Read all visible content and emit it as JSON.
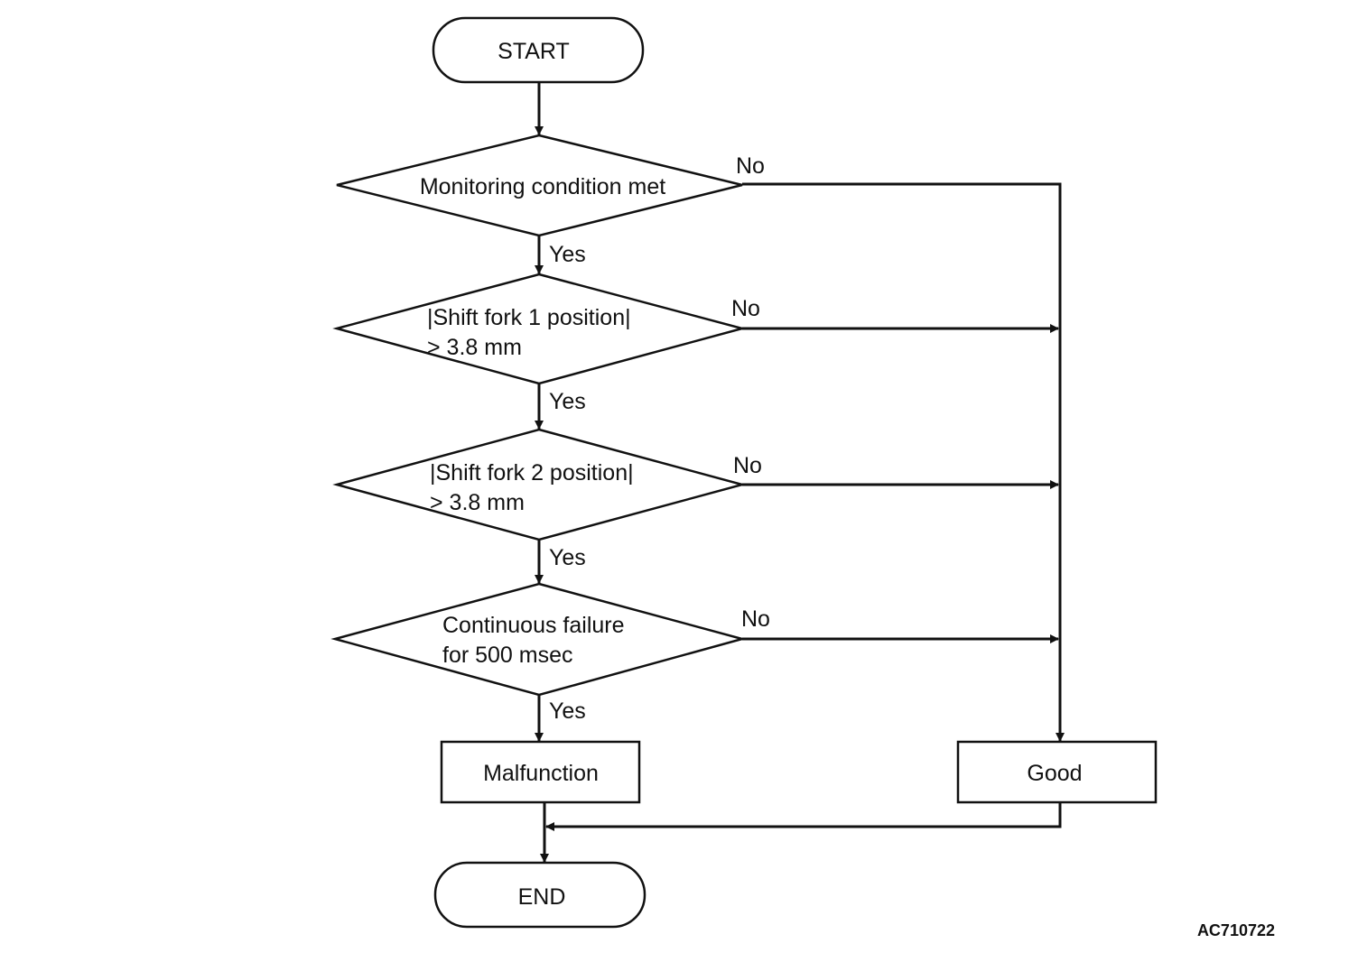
{
  "nodes": {
    "start": "START",
    "decision1": [
      "Monitoring condition met"
    ],
    "decision2": [
      "|Shift fork 1 position|",
      "> 3.8 mm"
    ],
    "decision3": [
      "|Shift fork 2 position|",
      "> 3.8 mm"
    ],
    "decision4": [
      "Continuous failure",
      "for 500 msec"
    ],
    "malfunction": "Malfunction",
    "good": "Good",
    "end": "END"
  },
  "edge_labels": {
    "yes": "Yes",
    "no": "No"
  },
  "figure_id": "AC710722"
}
